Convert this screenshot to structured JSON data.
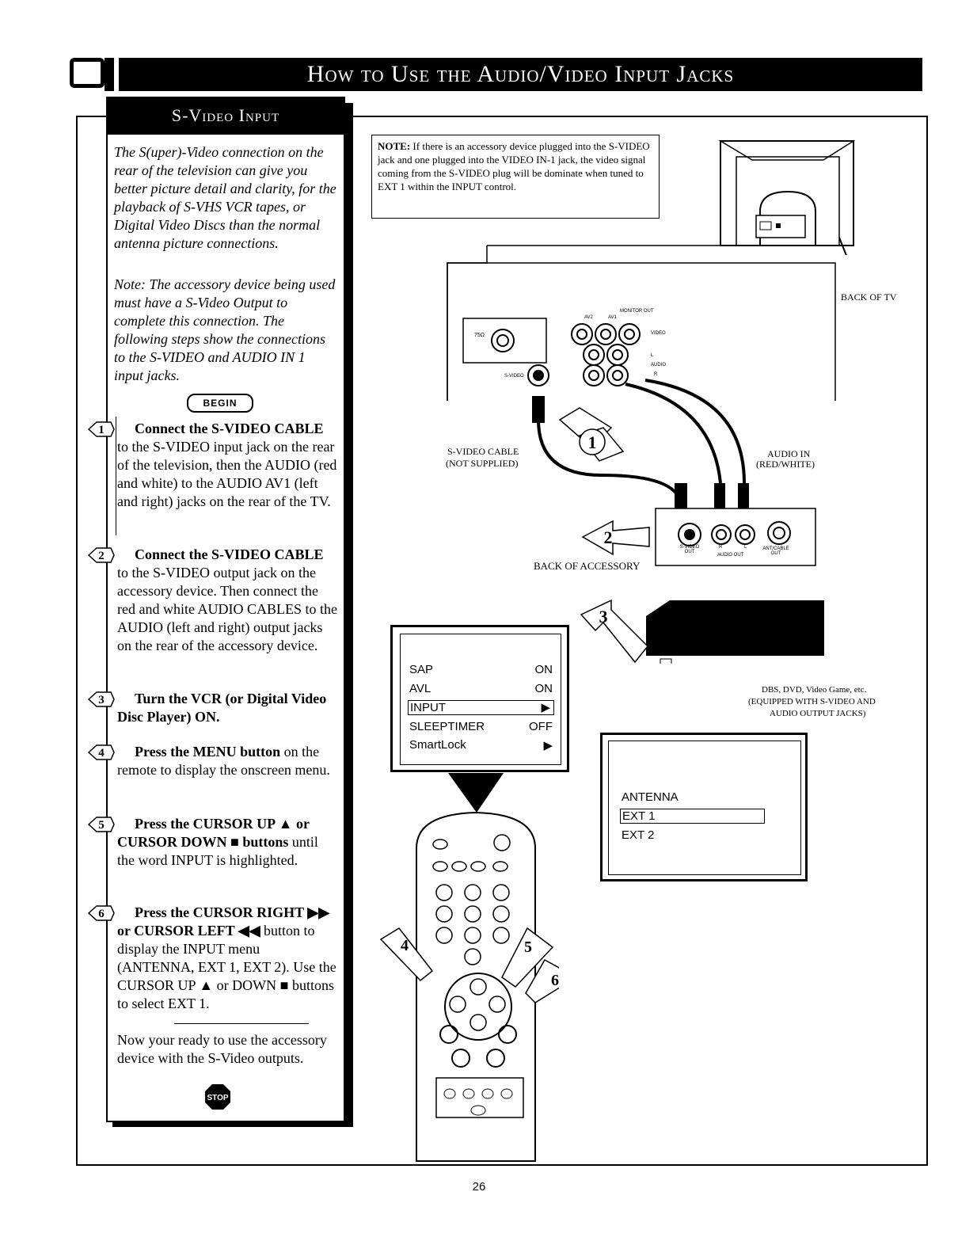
{
  "header": {
    "title": "How to Use the Audio/Video Input Jacks"
  },
  "sidebar": {
    "heading": "S-Video Input",
    "intro": "The S(uper)-Video connection on the rear of the television can give you better picture detail and clarity, for the playback of S-VHS VCR tapes, or Digital Video Discs than the normal antenna picture connections.",
    "note": "Note: The accessory device being used must have a S-Video Output to complete this connection. The following steps show the connections to the S-VIDEO and AUDIO IN 1 input jacks.",
    "begin_label": "BEGIN",
    "steps": [
      {
        "num": "1",
        "bold": "Connect the S-VIDEO CABLE",
        "text": " to the S-VIDEO input jack on the rear of the television, then the AUDIO (red and white) to the AUDIO AV1 (left and right) jacks on the rear of the TV."
      },
      {
        "num": "2",
        "bold": "Connect the S-VIDEO CABLE",
        "text": " to the S-VIDEO output jack on the accessory device. Then connect the red and white AUDIO CABLES to the AUDIO (left and right) output jacks on the rear of the accessory device."
      },
      {
        "num": "3",
        "bold": "Turn the VCR (or Digital Video Disc Player) ON.",
        "text": ""
      },
      {
        "num": "4",
        "bold": "Press the MENU button",
        "text": " on the remote to display the onscreen menu."
      },
      {
        "num": "5",
        "bold": "Press the CURSOR UP ▲ or CURSOR DOWN ■ buttons",
        "text": " until the word INPUT is highlighted."
      },
      {
        "num": "6",
        "bold": "Press the CURSOR RIGHT ▶▶ or CURSOR LEFT ◀◀",
        "text": " button to display the INPUT menu (ANTENNA, EXT 1, EXT 2). Use the CURSOR UP ▲ or DOWN ■ buttons to select EXT 1."
      }
    ],
    "closing": "Now your ready to use the accessory device with the S-Video outputs.",
    "stop_label": "STOP"
  },
  "note_box": {
    "label": "NOTE:",
    "text": " If there is an accessory device plugged into the S-VIDEO jack and one plugged into the VIDEO IN-1 jack, the video signal coming from the S-VIDEO plug will be dominate when tuned to EXT 1 within the INPUT control."
  },
  "diagram": {
    "back_of_tv": "BACK OF TV",
    "svideo_cable": "S-VIDEO CABLE",
    "not_supplied": "(NOT SUPPLIED)",
    "audio_in": "AUDIO IN",
    "red_white": "(RED/WHITE)",
    "back_of_accessory": "BACK OF ACCESSORY",
    "accessory_caption_1": "DBS, DVD, Video Game, etc.",
    "accessory_caption_2": "(EQUIPPED WITH S-VIDEO AND",
    "accessory_caption_3": "AUDIO OUTPUT JACKS)",
    "tv_jacks": {
      "monitor_out": "MONITOR OUT",
      "av2": "AV2",
      "av1": "AV1",
      "video": "VIDEO",
      "l": "L",
      "audio": "AUDIO",
      "r": "R",
      "svideo": "S-VIDEO",
      "ant": "75Ω"
    },
    "acc_jacks": {
      "svideo_out": "S-VIDEO OUT",
      "r": "R",
      "l": "L",
      "audio_out": "AUDIO OUT",
      "antcable_out": "ANT/CABLE OUT"
    }
  },
  "menu_main": {
    "rows": [
      {
        "label": "SAP",
        "value": "ON"
      },
      {
        "label": "AVL",
        "value": "ON"
      },
      {
        "label": "INPUT",
        "value": "▶"
      },
      {
        "label": "SLEEPTIMER",
        "value": "OFF"
      },
      {
        "label": "SmartLock",
        "value": "▶"
      }
    ]
  },
  "menu_input": {
    "options": [
      "ANTENNA",
      "EXT 1",
      "EXT 2"
    ]
  },
  "page_number": "26"
}
